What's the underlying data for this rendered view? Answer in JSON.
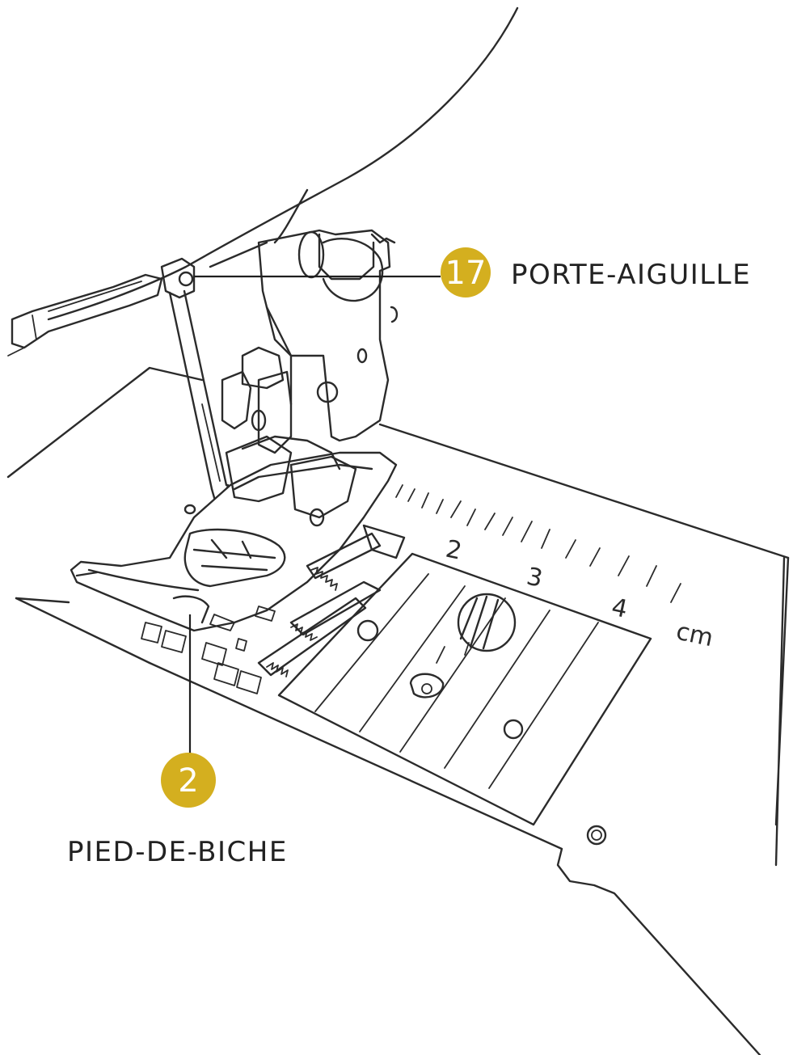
{
  "callouts": [
    {
      "number": "17",
      "label": "PORTE-AIGUILLE"
    },
    {
      "number": "2",
      "label": "PIED-DE-BICHE"
    }
  ],
  "scale": {
    "numbers": [
      "2",
      "3",
      "4"
    ],
    "unit": "cm"
  },
  "colors": {
    "badge": "#D4AF1F",
    "line": "#2b2b2b",
    "background": "#ffffff"
  }
}
